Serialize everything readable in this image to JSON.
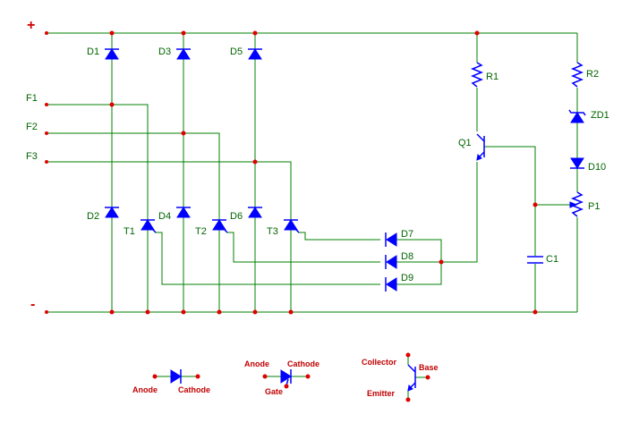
{
  "rails": {
    "positive": "+",
    "negative": "-"
  },
  "inputs": {
    "f1": "F1",
    "f2": "F2",
    "f3": "F3"
  },
  "components": {
    "d1": "D1",
    "d2": "D2",
    "d3": "D3",
    "d4": "D4",
    "d5": "D5",
    "d6": "D6",
    "d7": "D7",
    "d8": "D8",
    "d9": "D9",
    "d10": "D10",
    "t1": "T1",
    "t2": "T2",
    "t3": "T3",
    "r1": "R1",
    "r2": "R2",
    "zd1": "ZD1",
    "q1": "Q1",
    "p1": "P1",
    "c1": "C1"
  },
  "legend": {
    "diode": {
      "anode": "Anode",
      "cathode": "Cathode"
    },
    "thyristor": {
      "anode": "Anode",
      "cathode": "Cathode",
      "gate": "Gate"
    },
    "transistor": {
      "collector": "Collector",
      "base": "Base",
      "emitter": "Emitter"
    }
  },
  "colors": {
    "wire": "#008000",
    "component": "#0000ff",
    "junction": "#e00000",
    "label": "#006400",
    "legend": "#c00000"
  }
}
